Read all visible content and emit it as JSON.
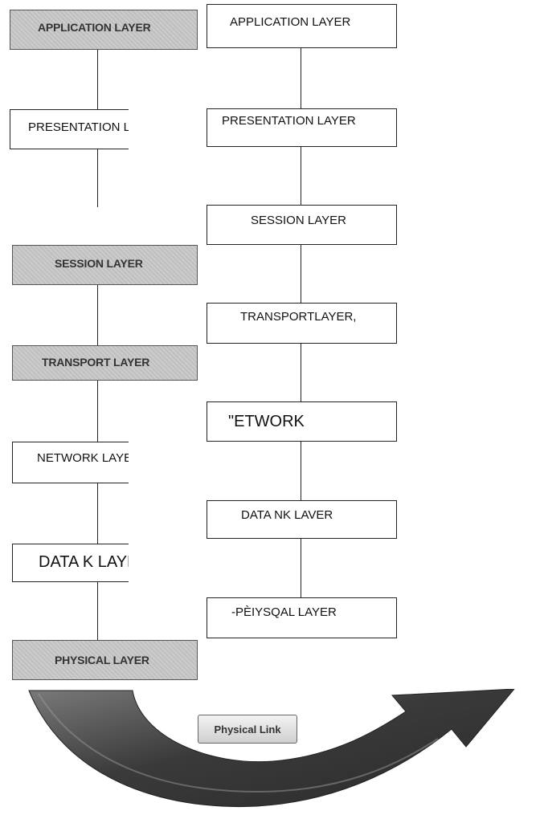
{
  "left_stack": {
    "application": "APPLICATION LAYER",
    "presentation": "PRESENTATION LAYER",
    "session": "SESSION LAYER",
    "transport": "TRANSPORT LAYER",
    "network": "NETWORK LAYER",
    "datalink": "DATA K LAYER",
    "physical": "PHYSICAL LAYER"
  },
  "right_stack": {
    "application": "APPLICATION LAYER",
    "presentation": "PRESENTATION LAYER",
    "session": "SESSION LAYER",
    "transport": "TRANSPORTLAYER,",
    "network": "\"ETWORK",
    "datalink": "DATA NK LAVER",
    "physical": "-PÈIYSQAL LAYER"
  },
  "link": {
    "label": "Physical Link"
  }
}
